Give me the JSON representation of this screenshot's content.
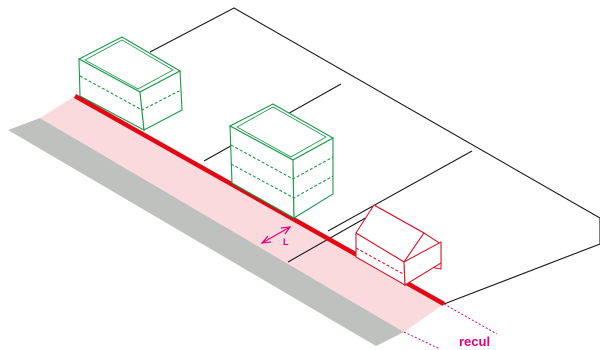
{
  "labels": {
    "setback": "recul",
    "distance": "L"
  },
  "colors": {
    "background": "#ffffff",
    "parcel_lines": "#1a1a1a",
    "alignment_line": "#e30613",
    "setback_zone": "#fadadd",
    "street": "#bfc1bf",
    "building_aligned": "#1a9a4a",
    "building_setback": "#d7192b",
    "annotation": "#e0007a"
  },
  "icons": {
    "building_aligned": "flat-roof-building",
    "building_setback": "gable-roof-house"
  }
}
